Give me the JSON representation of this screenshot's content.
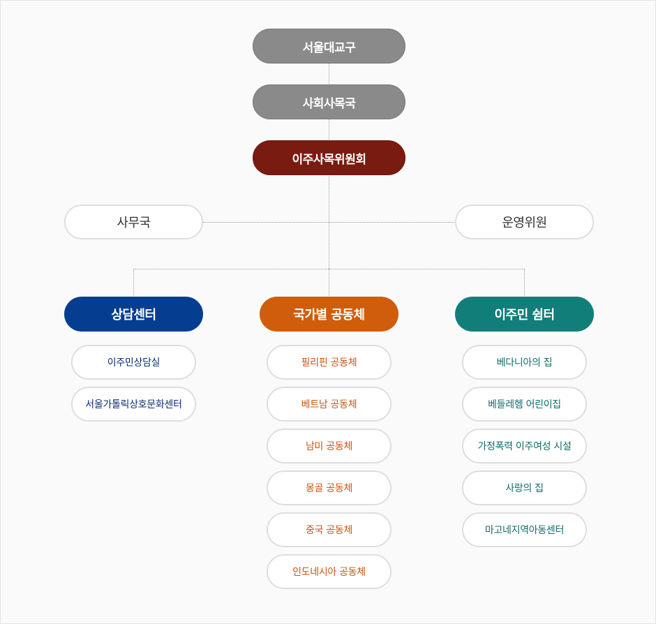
{
  "hierarchy": [
    "서울대교구",
    "사회사목국",
    "이주사목위원회"
  ],
  "side_units": {
    "left": "사무국",
    "right": "운영위원"
  },
  "departments": [
    {
      "label": "상담센터",
      "color": "#053e91",
      "items": [
        "이주민상담실",
        "서울가톨릭상호문화센터"
      ]
    },
    {
      "label": "국가별 공동체",
      "color": "#cf5d0c",
      "items": [
        "필리핀 공동체",
        "베트남 공동체",
        "남미 공동체",
        "몽골 공동체",
        "중국 공동체",
        "인도네시아 공동체"
      ]
    },
    {
      "label": "이주민 쉼터",
      "color": "#127e79",
      "items": [
        "베다니아의 집",
        "베들레헴 어린이집",
        "가정폭력 이주여성 시설",
        "사랑의 집",
        "마고네지역아동센터"
      ]
    }
  ]
}
